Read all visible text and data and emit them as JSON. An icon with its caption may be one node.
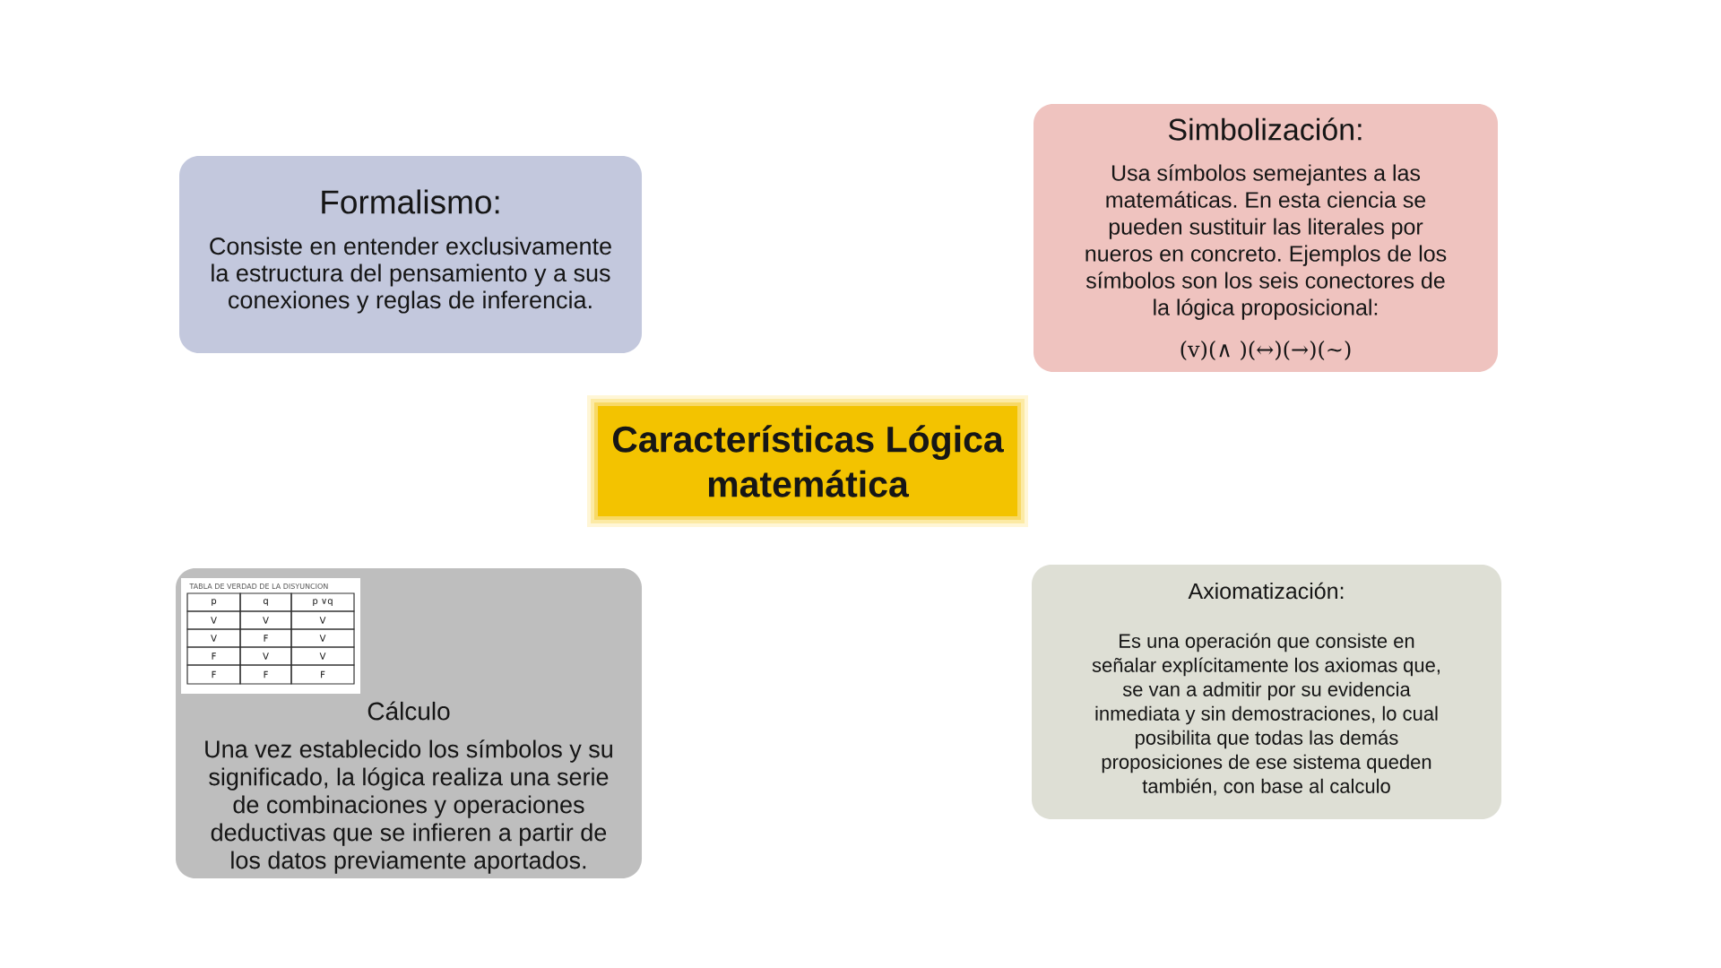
{
  "diagram": {
    "nodes": [
      {
        "text": [
          "Características Lógica matemática"
        ]
      },
      {
        "text": [
          "Formalismo:",
          "Consiste en entender exclusivamente la estructura del pensamiento y a sus conexiones y reglas de inferencia."
        ]
      },
      {
        "text": [
          "Simbolización:",
          "Usa símbolos semejantes a las matemáticas. En esta ciencia se pueden sustituir las literales por nueros en concreto. Ejemplos de los símbolos son los seis conectores de la lógica proposicional:",
          "(v)(∧ )(↔)(→)(~)"
        ]
      },
      {
        "text": [
          "Cálculo",
          "Una vez establecido los símbolos y su significado, la lógica realiza una serie de combinaciones y operaciones deductivas que se infieren a partir de los datos previamente aportados."
        ]
      },
      {
        "text": [
          "Axiomatización:",
          "Es una operación que consiste en señalar explícitamente los axiomas que, se van a admitir por su evidencia inmediata y sin demostraciones, lo cual posibilita que todas las demás proposiciones de ese sistema queden también, con base al calculo"
        ]
      }
    ],
    "labels": [
      "TABLA DE VERDAD DE LA DISYUNCION",
      "p",
      "q",
      "p ∨q",
      "V",
      "V",
      "V",
      "V",
      "F",
      "V",
      "F",
      "V",
      "V",
      "F",
      "F",
      "F"
    ]
  }
}
